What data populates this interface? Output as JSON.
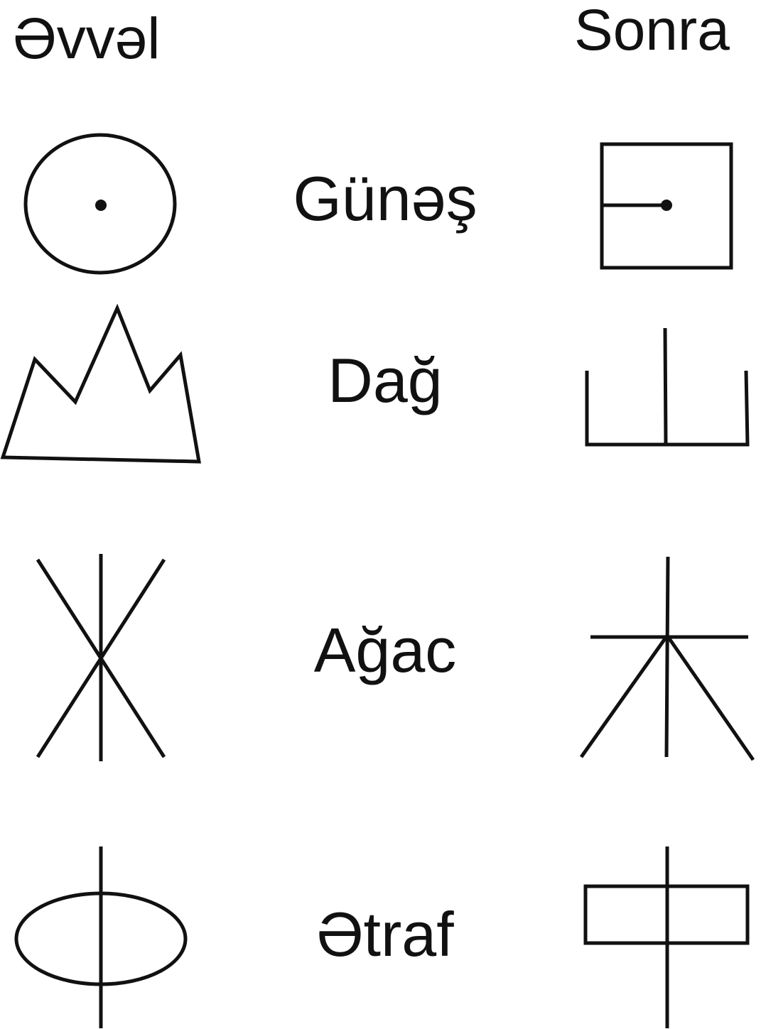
{
  "headers": {
    "before": "Əvvəl",
    "after": "Sonra"
  },
  "rows": [
    {
      "word": "Günəş",
      "before_symbol": "sun-pictograph-icon",
      "after_symbol": "sun-character-icon"
    },
    {
      "word": "Dağ",
      "before_symbol": "mountain-pictograph-icon",
      "after_symbol": "mountain-character-icon"
    },
    {
      "word": "Ağac",
      "before_symbol": "tree-pictograph-icon",
      "after_symbol": "tree-character-icon"
    },
    {
      "word": "Ətraf",
      "before_symbol": "middle-pictograph-icon",
      "after_symbol": "middle-character-icon"
    }
  ],
  "colors": {
    "ink": "#111111",
    "background": "#ffffff"
  }
}
